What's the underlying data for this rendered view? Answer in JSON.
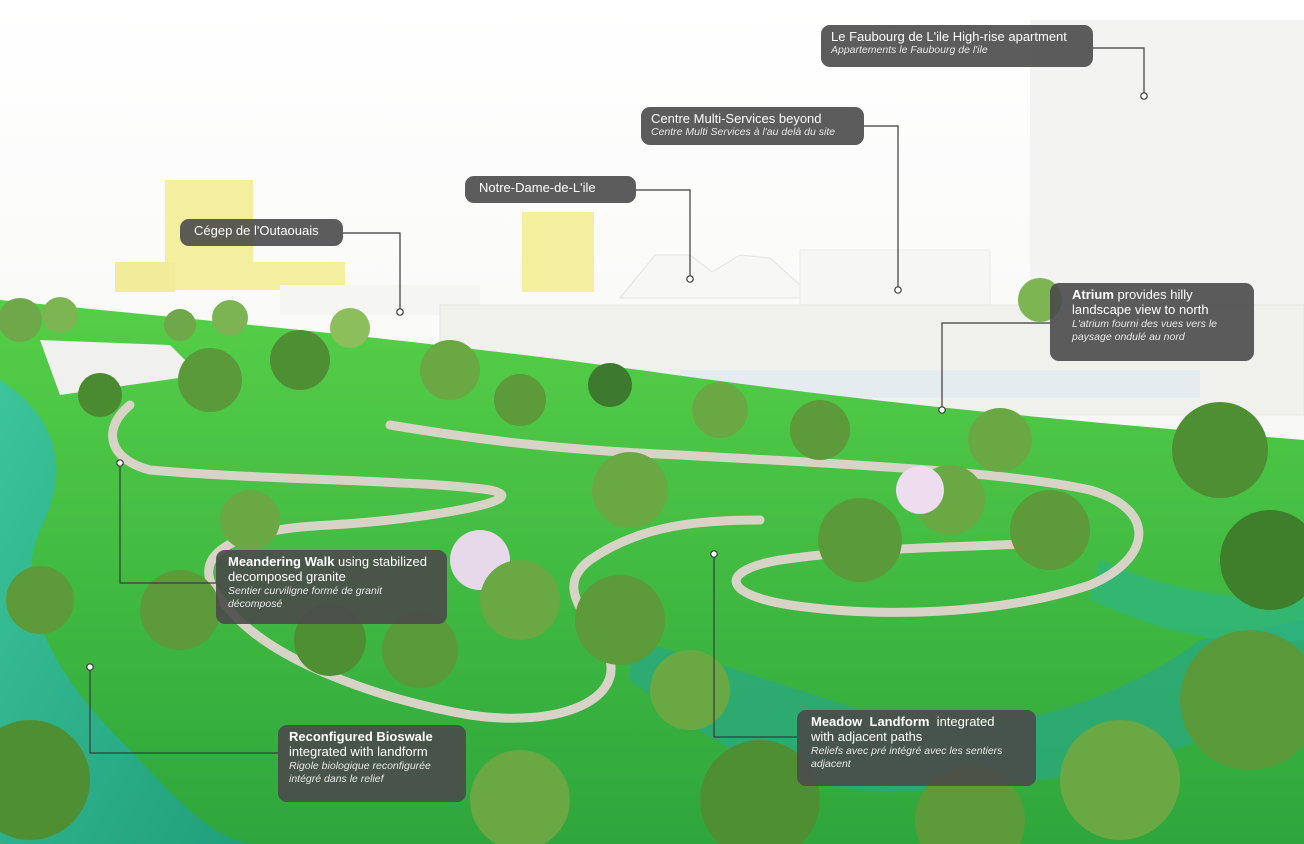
{
  "labels": {
    "faubourg": {
      "title": "Le Faubourg de L'ile High-rise apartment",
      "subtitle": "Appartements le Faubourg de l'ile"
    },
    "centre": {
      "title": "Centre Multi-Services beyond",
      "subtitle": "Centre Multi Services à l'au delà du site"
    },
    "notre_dame": {
      "title": "Notre-Dame-de-L'ile"
    },
    "cegep": {
      "title": "Cégep de l'Outaouais"
    },
    "atrium": {
      "title_bold": "Atrium",
      "title_rest": " provides hilly",
      "title_line2": "landscape view to north",
      "subtitle_line1": "L'atrium fourni des vues vers le",
      "subtitle_line2": "paysage ondulé au nord"
    },
    "meandering": {
      "title_bold": "Meandering Walk",
      "title_rest": " using stabilized",
      "title_line2": "decomposed granite",
      "subtitle_line1": "Sentier curviligne formé de granit",
      "subtitle_line2": "décomposé"
    },
    "bioswale": {
      "title_bold": "Reconfigured Bioswale",
      "title_line2": "integrated with landform",
      "subtitle_line1": "Rigole biologique reconfigurée",
      "subtitle_line2": "intégré dans le relief"
    },
    "meadow": {
      "title_bold": "Meadow  Landform",
      "title_rest": "  integrated",
      "title_line2": "with adjacent paths",
      "subtitle_line1": "Reliefs avec pré intégré avec les sentiers",
      "subtitle_line2": "adjacent"
    }
  },
  "colors": {
    "label_bg": "#4a4a4a",
    "grass": "#3fc24a",
    "water": "#2fb78a",
    "tree": "#5c9a3a",
    "building_yellow": "#f3ec9a",
    "path": "#d7d2c6"
  }
}
